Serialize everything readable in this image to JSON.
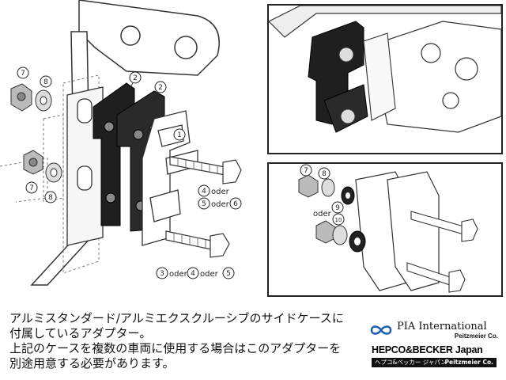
{
  "callouts": {
    "n2a": "2",
    "n2b": "2",
    "n1": "1",
    "n7a": "7",
    "n8a": "8",
    "n7b": "7",
    "n8b": "8",
    "n4": "4",
    "n5": "5",
    "n6": "6",
    "n3": "3",
    "n4b": "4",
    "n5b": "5",
    "n7c": "7",
    "n8c": "8",
    "n9": "9",
    "n10": "10",
    "oder": "oder"
  },
  "caption": {
    "line1": "アルミスタンダード/アルミエクスクルーシブのサイドケースに",
    "line2": "付属しているアダプター。",
    "line3": "上記のケースを複数の車両に使用する場合はこのアダプターを",
    "line4": "別途用意する必要があります。"
  },
  "logos": {
    "pia_name": "PIA International",
    "pia_sub": "Peitzmeier Co.",
    "hb_name": "HEPCO&BECKER Japan",
    "hb_sub_left": "ヘプコ&ベッカー ジャパン",
    "hb_sub_right": "Peitzmeier Co."
  }
}
